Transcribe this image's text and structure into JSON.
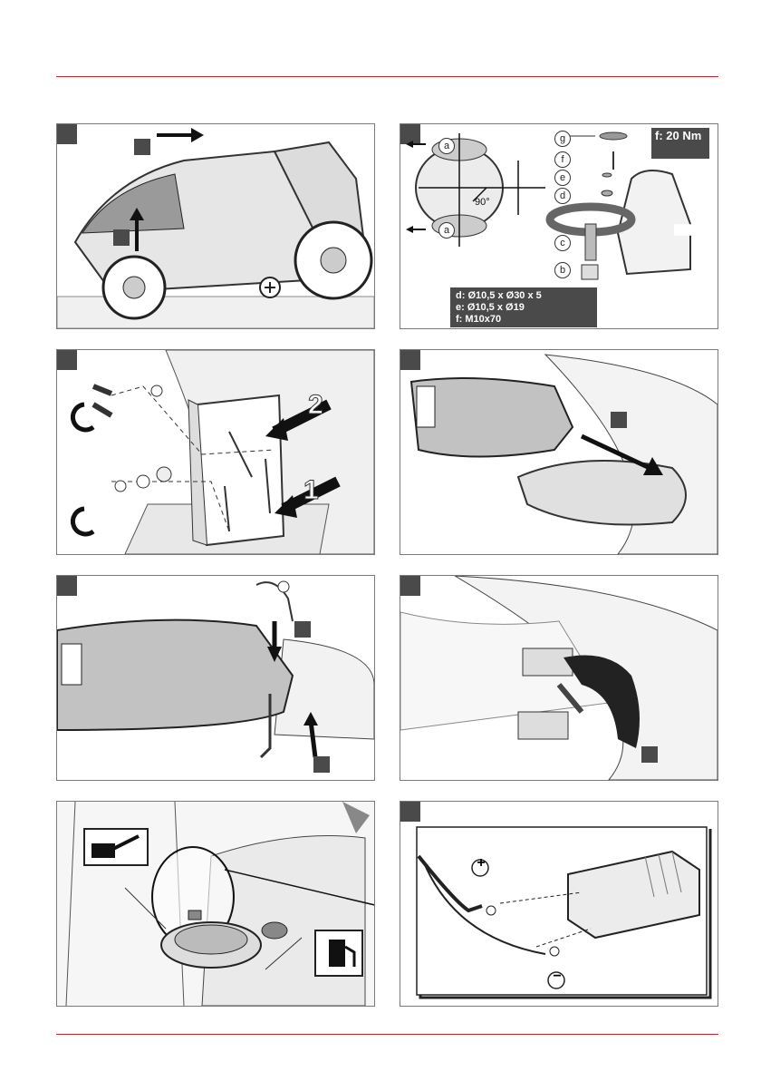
{
  "panel2": {
    "callouts": [
      "a",
      "a",
      "b",
      "c",
      "d",
      "e",
      "f",
      "g"
    ],
    "angle": "90°",
    "torque": "f: 20 Nm",
    "specs": [
      "d:  Ø10,5 x Ø30 x 5",
      "e:  Ø10,5 x Ø19",
      "f:   M10x70"
    ]
  },
  "panel3": {
    "numbers": [
      "2",
      "1"
    ]
  },
  "panel8": {
    "plus": "+",
    "minus": "−"
  },
  "colors": {
    "accent_rule": "#c1272d",
    "step_box": "#4a4a4a"
  },
  "icons": [
    "arrow-icon",
    "rotate-icon",
    "fuel-pump-icon",
    "oil-can-icon",
    "torque-wrench-icon"
  ]
}
